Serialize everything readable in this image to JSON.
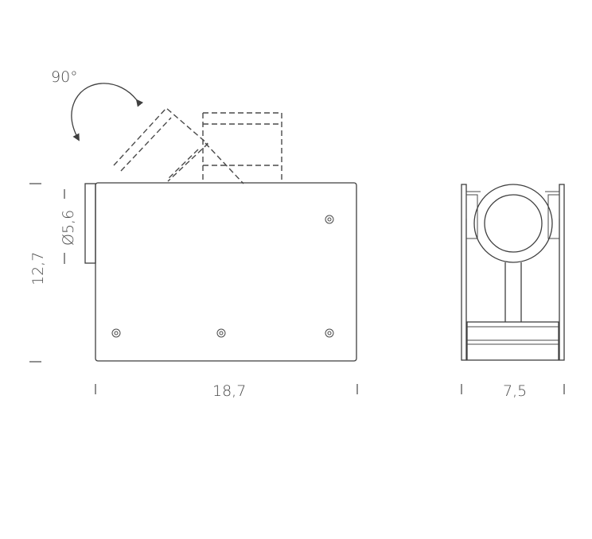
{
  "dimensions": {
    "rotation": "90°",
    "diameter": "Ø5,6",
    "height": "12,7",
    "width": "18,7",
    "depth": "7,5"
  }
}
